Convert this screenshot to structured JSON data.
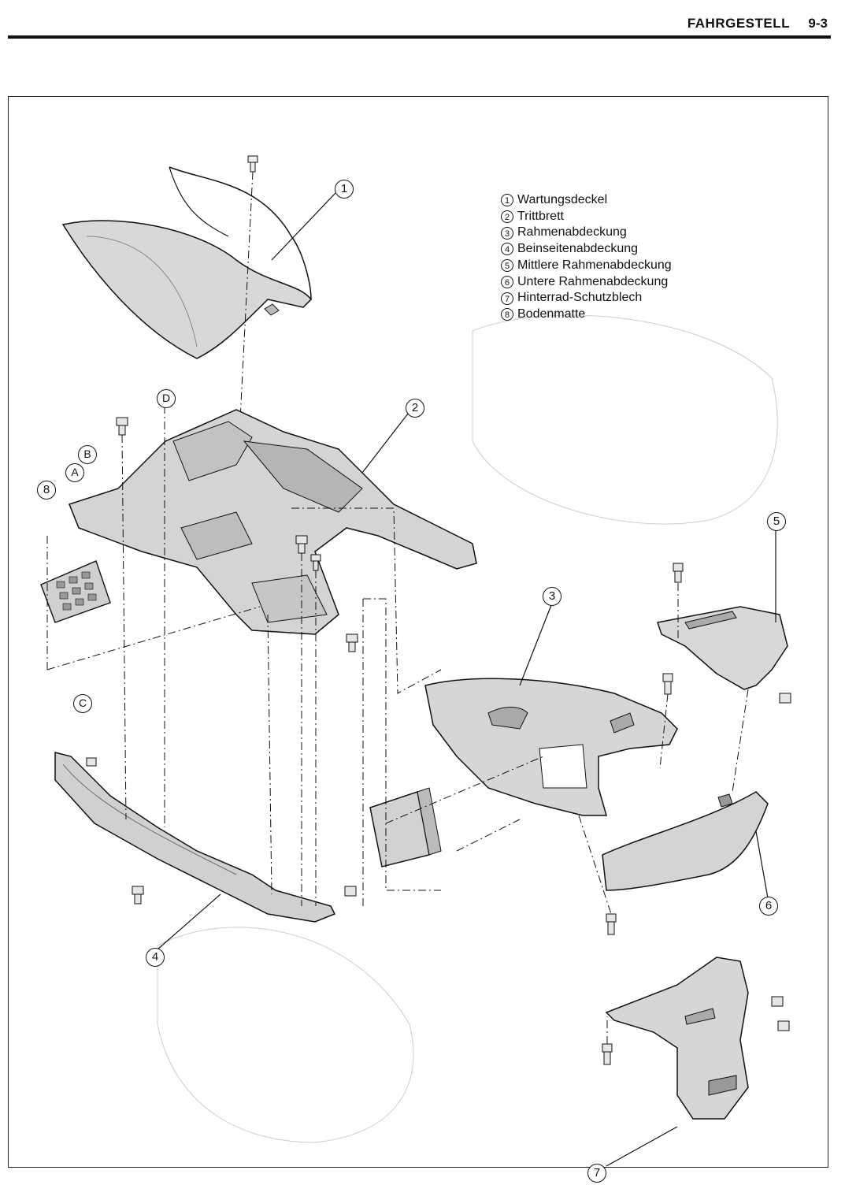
{
  "header": {
    "section": "FAHRGESTELL",
    "page": "9-3"
  },
  "legend": [
    {
      "num": "1",
      "label": "Wartungsdeckel"
    },
    {
      "num": "2",
      "label": "Trittbrett"
    },
    {
      "num": "3",
      "label": "Rahmenabdeckung"
    },
    {
      "num": "4",
      "label": "Beinseitenabdeckung"
    },
    {
      "num": "5",
      "label": "Mittlere Rahmenabdeckung"
    },
    {
      "num": "6",
      "label": "Untere Rahmenabdeckung"
    },
    {
      "num": "7",
      "label": "Hinterrad-Schutzblech"
    },
    {
      "num": "8",
      "label": "Bodenmatte"
    }
  ],
  "callouts": {
    "c1": "1",
    "c2": "2",
    "c3": "3",
    "c4": "4",
    "c5": "5",
    "c6": "6",
    "c7": "7",
    "c8": "8"
  },
  "reference_points": {
    "A": "A",
    "B": "B",
    "C": "C",
    "D": "D"
  },
  "colors": {
    "ink": "#111111",
    "part_fill": "#dcdcdc",
    "part_shade": "#b8b8b8",
    "background": "#ffffff"
  }
}
